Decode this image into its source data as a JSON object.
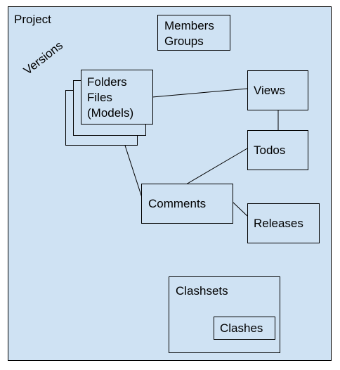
{
  "colors": {
    "fill": "#cfe2f3",
    "stroke": "#000000"
  },
  "diagram": {
    "project_label": "Project",
    "versions_label": "Versions",
    "members_groups": [
      "Members",
      "Groups"
    ],
    "folders_files": [
      "Folders",
      "Files",
      "(Models)"
    ],
    "views": "Views",
    "todos": "Todos",
    "comments": "Comments",
    "releases": "Releases",
    "clashsets": "Clashsets",
    "clashes": "Clashes"
  }
}
